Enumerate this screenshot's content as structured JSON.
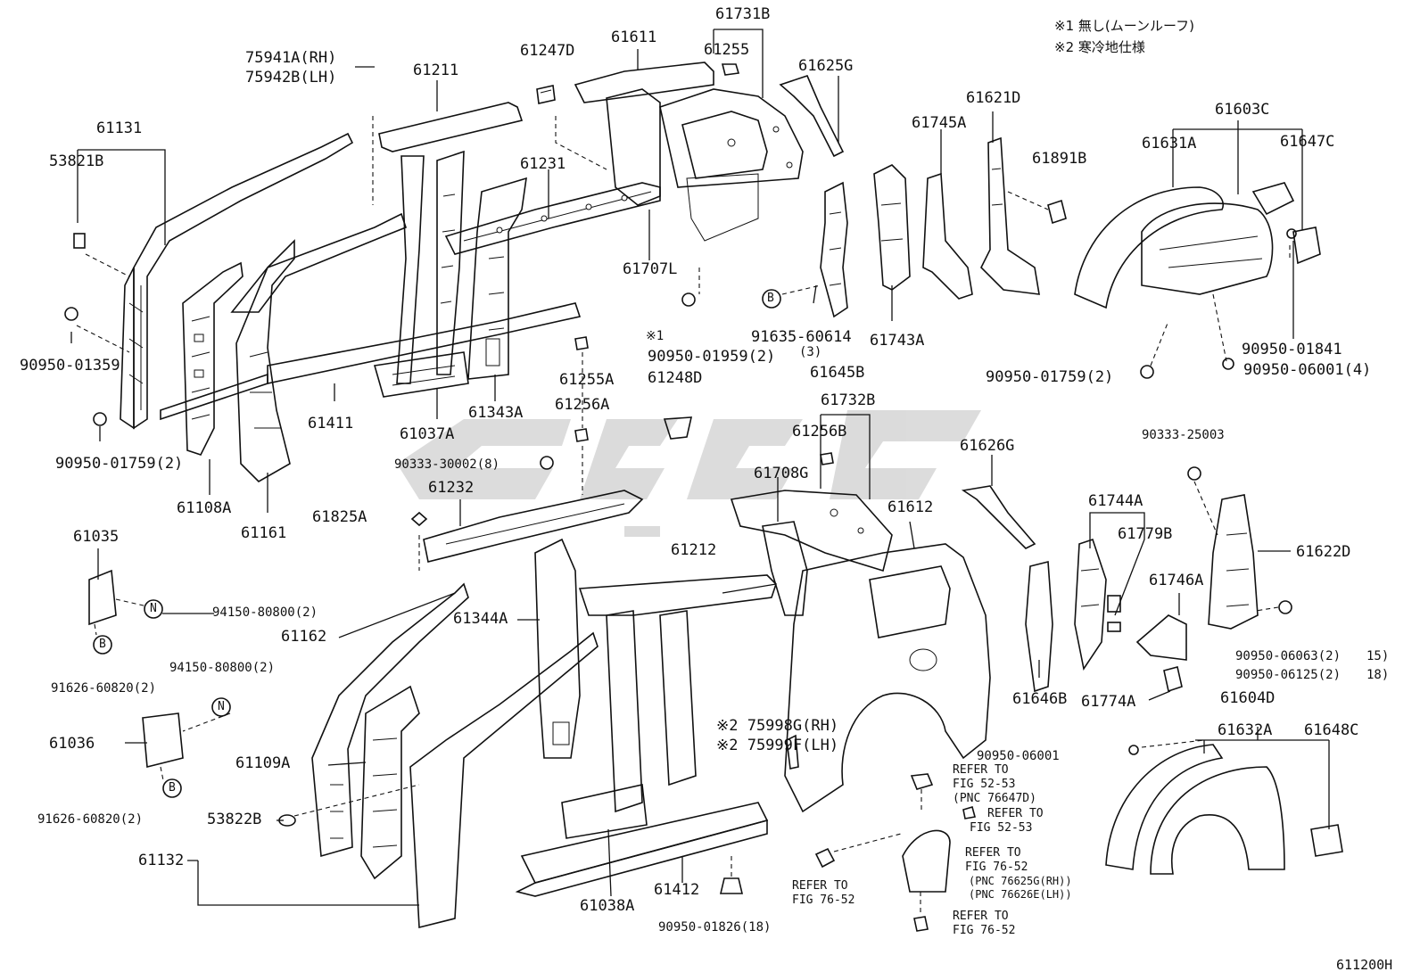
{
  "notes": {
    "note1": "※1 無し(ムーンルーフ)",
    "note2": "※2 寒冷地仕様"
  },
  "figure_id": "611200H",
  "parts": {
    "p75941A": "75941A(RH)",
    "p75942B": "75942B(LH)",
    "p61211": "61211",
    "p61131": "61131",
    "p53821B": "53821B",
    "p61247D": "61247D",
    "p61611": "61611",
    "p61731B": "61731B",
    "p61255": "61255",
    "p61625G": "61625G",
    "p61231": "61231",
    "p61707L": "61707L",
    "p61621D": "61621D",
    "p61745A": "61745A",
    "p61891B": "61891B",
    "p61603C": "61603C",
    "p61631A": "61631A",
    "p61647C": "61647C",
    "p90950_01359": "90950-01359",
    "p61411": "61411",
    "p61037A": "61037A",
    "p61343A": "61343A",
    "p61255A": "61255A",
    "p61256A": "61256A",
    "p61248D": "61248D",
    "p90950_01959": "90950-01959(2)",
    "p91635_60614": "91635-60614",
    "p91635_qty": "(3)",
    "p61645B": "61645B",
    "p61743A": "61743A",
    "p90950_01841": "90950-01841",
    "p90950_06001_4": "90950-06001(4)",
    "p90950_01759_2_right": "90950-01759(2)",
    "p90950_01759_2_left": "90950-01759(2)",
    "p61108A": "61108A",
    "p61161": "61161",
    "p61732B": "61732B",
    "p61256B": "61256B",
    "p90333_30002": "90333-30002(8)",
    "p61232": "61232",
    "p61708G": "61708G",
    "p61626G": "61626G",
    "p90333_25003": "90333-25003",
    "p61825A": "61825A",
    "p61612": "61612",
    "p61744A": "61744A",
    "p61779B": "61779B",
    "p61035": "61035",
    "p61212": "61212",
    "p61622D": "61622D",
    "p61746A": "61746A",
    "p94150_80800_a": "94150-80800(2)",
    "p61344A": "61344A",
    "p61162": "61162",
    "p90950_06063": "90950-06063(2)",
    "p90950_06063_suffix": "15)",
    "p90950_06125": "90950-06125(2)",
    "p90950_06125_suffix": "18)",
    "p94150_80800_b": "94150-80800(2)",
    "p91626_60820_a": "91626-60820(2)",
    "p61646B": "61646B",
    "p61774A": "61774A",
    "p61604D": "61604D",
    "p75998G": "※2 75998G(RH)",
    "p75999F": "※2 75999F(LH)",
    "p61036": "61036",
    "p61632A": "61632A",
    "p61648C": "61648C",
    "p90950_06001": "90950-06001",
    "p61109A": "61109A",
    "p53822B": "53822B",
    "p91626_60820_b": "91626-60820(2)",
    "p61132": "61132",
    "p61412": "61412",
    "p61038A": "61038A",
    "p90950_01826": "90950-01826(18)",
    "note_x1": "※1",
    "circle_N": "N",
    "circle_B": "B"
  },
  "refs": {
    "r1_l1": "REFER TO",
    "r1_l2": "FIG 52-53",
    "r1_l3": "(PNC 76647D)",
    "r2_l1": "REFER TO",
    "r2_l2": "FIG 52-53",
    "r3_l1": "REFER TO",
    "r3_l2": "FIG 76-52",
    "r3_l3": "(PNC 76625G(RH))",
    "r3_l4": "(PNC 76626E(LH))",
    "r4_l1": "REFER TO",
    "r4_l2": "FIG 76-52",
    "r5_l1": "REFER TO",
    "r5_l2": "FIG 76-52"
  }
}
